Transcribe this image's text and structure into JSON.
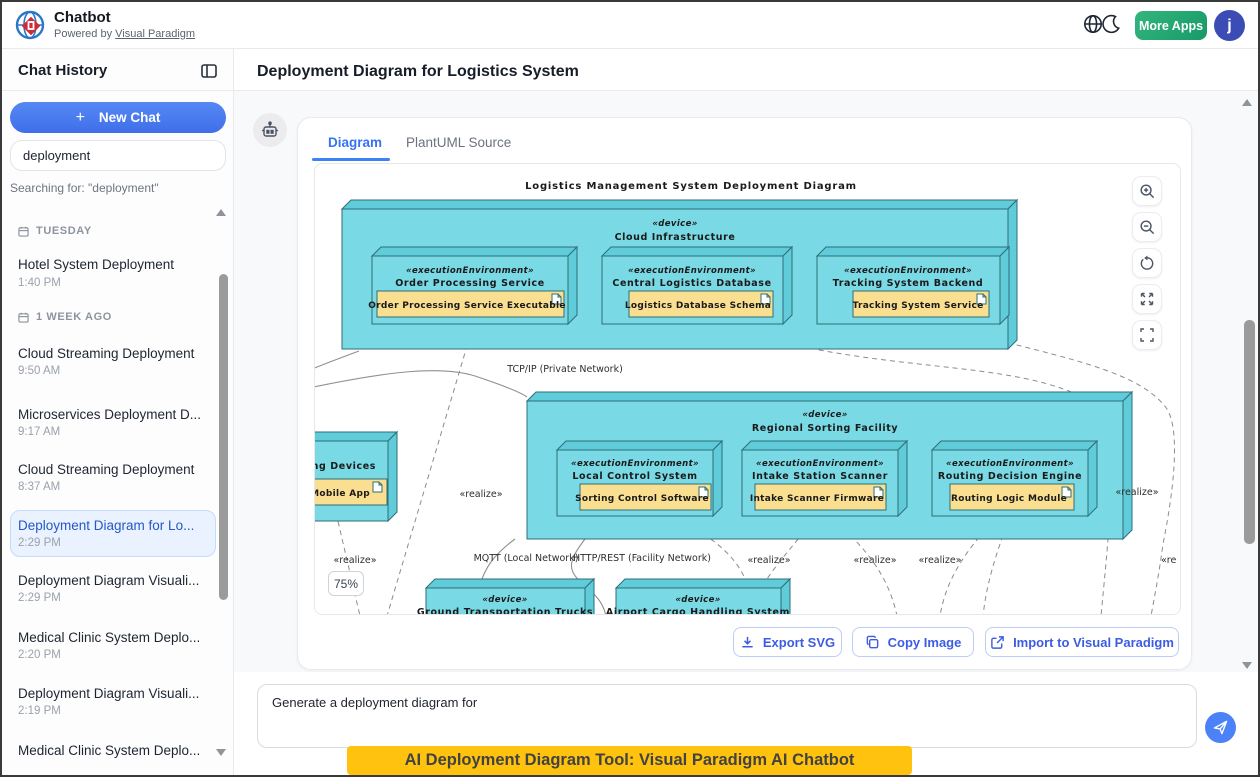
{
  "header": {
    "app_title": "Chatbot",
    "powered_prefix": "Powered by",
    "powered_link": "Visual Paradigm",
    "more_apps_label": "More Apps",
    "avatar_letter": "j"
  },
  "sidebar": {
    "title": "Chat History",
    "new_chat_plus": "+",
    "new_chat_label": "New Chat",
    "search_value": "deployment",
    "search_status": "Searching for: \"deployment\"",
    "date1": "TUESDAY",
    "date2": "1 WEEK AGO",
    "items": [
      {
        "title": "Hotel System Deployment",
        "time": "1:40 PM"
      },
      {
        "title": "Cloud Streaming Deployment",
        "time": "9:50 AM"
      },
      {
        "title": "Microservices Deployment D...",
        "time": "9:17 AM"
      },
      {
        "title": "Cloud Streaming Deployment",
        "time": "8:37 AM"
      },
      {
        "title": "Deployment Diagram for Lo...",
        "time": "2:29 PM"
      },
      {
        "title": "Deployment Diagram Visuali...",
        "time": "2:29 PM"
      },
      {
        "title": "Medical Clinic System Deplo...",
        "time": "2:20 PM"
      },
      {
        "title": "Deployment Diagram Visuali...",
        "time": "2:19 PM"
      },
      {
        "title": "Medical Clinic System Deplo...",
        "time": ""
      }
    ]
  },
  "main": {
    "page_title": "Deployment Diagram for Logistics System",
    "tab_diagram": "Diagram",
    "tab_source": "PlantUML Source",
    "zoom_level": "75%",
    "export_label": "Export SVG",
    "copy_label": "Copy Image",
    "import_label": "Import to Visual Paradigm",
    "banner": "AI Deployment Diagram Tool: Visual Paradigm AI Chatbot"
  },
  "composer": {
    "value": "Generate a deployment diagram for"
  },
  "diagram": {
    "title": "Logistics Management System Deployment Diagram",
    "stereo_device": "«device»",
    "stereo_exec": "«executionEnvironment»",
    "cloud_name": "Cloud Infrastructure",
    "order_name": "Order Processing Service",
    "order_artifact": "Order Processing Service Executable",
    "central_name": "Central Logistics Database",
    "central_artifact": "Logistics Database Schema",
    "tracking_name": "Tracking System Backend",
    "tracking_artifact": "Tracking System Service",
    "cut_stereo_fragment": "e»",
    "cut_name_fragment": "ing Devices",
    "cut_artifact_fragment": "r Mobile App",
    "rsf_name": "Regional Sorting Facility",
    "lcs_name": "Local Control System",
    "lcs_artifact": "Sorting Control Software",
    "intake_name": "Intake Station Scanner",
    "intake_artifact": "Intake Scanner Firmware",
    "routing_name": "Routing Decision Engine",
    "routing_artifact": "Routing Logic Module",
    "ground_name": "Ground Transportation Trucks",
    "airport_name": "Airport Cargo Handling System",
    "lbl_tcpip": "TCP/IP (Private Network)",
    "lbl_mqtt": "MQTT (Local Network)",
    "lbl_http": "HTTP/REST (Facility Network)",
    "lbl_realize": "«realize»",
    "lbl_realize_cut": "«re"
  }
}
